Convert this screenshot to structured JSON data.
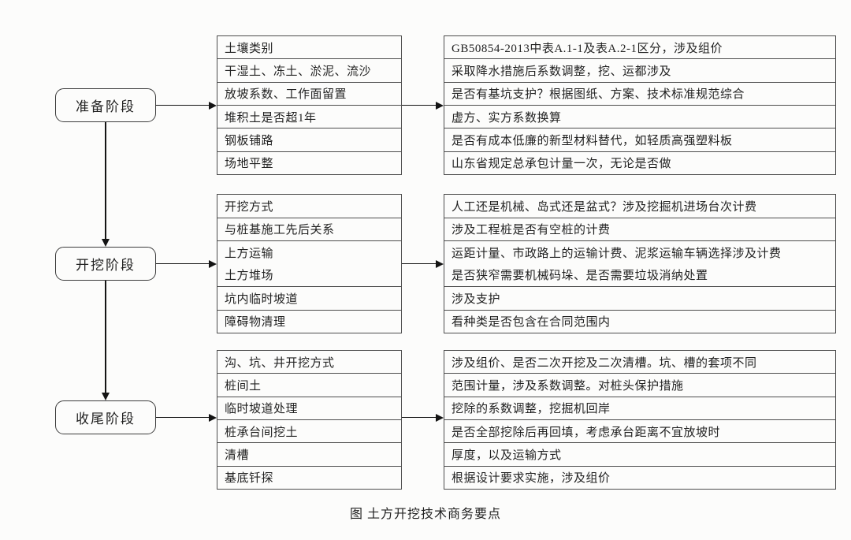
{
  "caption": "图 土方开挖技术商务要点",
  "colors": {
    "background": "#fcfcfb",
    "line": "#4d4d4d",
    "arrow": "#141414",
    "text": "#222222"
  },
  "stages": [
    {
      "label": "准备阶段",
      "items": [
        "土壤类别",
        "干湿土、冻土、淤泥、流沙",
        "放坡系数、工作面留置",
        "堆积土是否超1年",
        "钢板铺路",
        "场地平整"
      ],
      "notes": [
        "GB50854-2013中表A.1-1及表A.2-1区分，涉及组价",
        "采取降水措施后系数调整，挖、运都涉及",
        "是否有基坑支护？根据图纸、方案、技术标准规范综合",
        "虚方、实方系数换算",
        "是否有成本低廉的新型材料替代，如轻质高强塑料板",
        "山东省规定总承包计量一次，无论是否做"
      ]
    },
    {
      "label": "开挖阶段",
      "items": [
        "开挖方式",
        "与桩基施工先后关系",
        "上方运输",
        "土方堆场",
        "坑内临时坡道",
        "障碍物清理"
      ],
      "notes": [
        "人工还是机械、岛式还是盆式？涉及挖掘机进场台次计费",
        "涉及工程桩是否有空桩的计费",
        "运距计量、市政路上的运输计费、泥浆运输车辆选择涉及计费",
        "是否狭窄需要机械码垛、是否需要垃圾消纳处置",
        "涉及支护",
        "看种类是否包含在合同范围内"
      ]
    },
    {
      "label": "收尾阶段",
      "items": [
        "沟、坑、井开挖方式",
        "桩间土",
        "临时坡道处理",
        "桩承台间挖土",
        "清槽",
        "基底钎探"
      ],
      "notes": [
        "涉及组价、是否二次开挖及二次清槽。坑、槽的套项不同",
        "范围计量，涉及系数调整。对桩头保护措施",
        "挖除的系数调整，挖掘机回岸",
        "是否全部挖除后再回填，考虑承台距离不宜放坡时",
        "厚度，以及运输方式",
        "根据设计要求实施，涉及组价"
      ]
    }
  ]
}
